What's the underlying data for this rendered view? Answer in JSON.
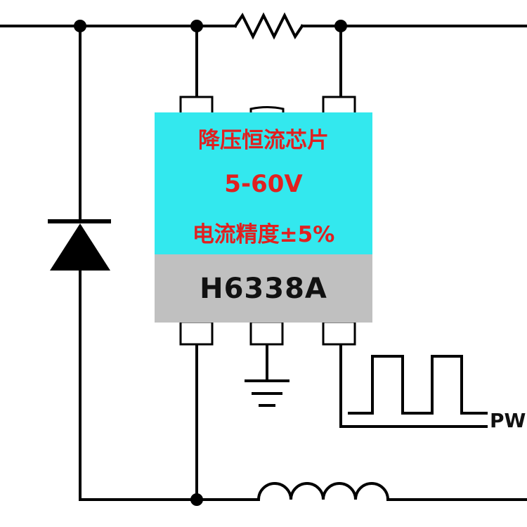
{
  "chip": {
    "line1": "降压恒流芯片",
    "line2": "5-60V",
    "line3": "电流精度±5%",
    "model": "H6338A"
  },
  "pwm_label": "PW",
  "colors": {
    "chip_top": "#33e8ee",
    "chip_bottom": "#c0c0c0",
    "chip_text": "#e02020",
    "wire": "#000000"
  },
  "icons": [
    "diode-icon",
    "resistor-icon",
    "inductor-icon",
    "ground-icon",
    "pwm-wave-icon"
  ]
}
